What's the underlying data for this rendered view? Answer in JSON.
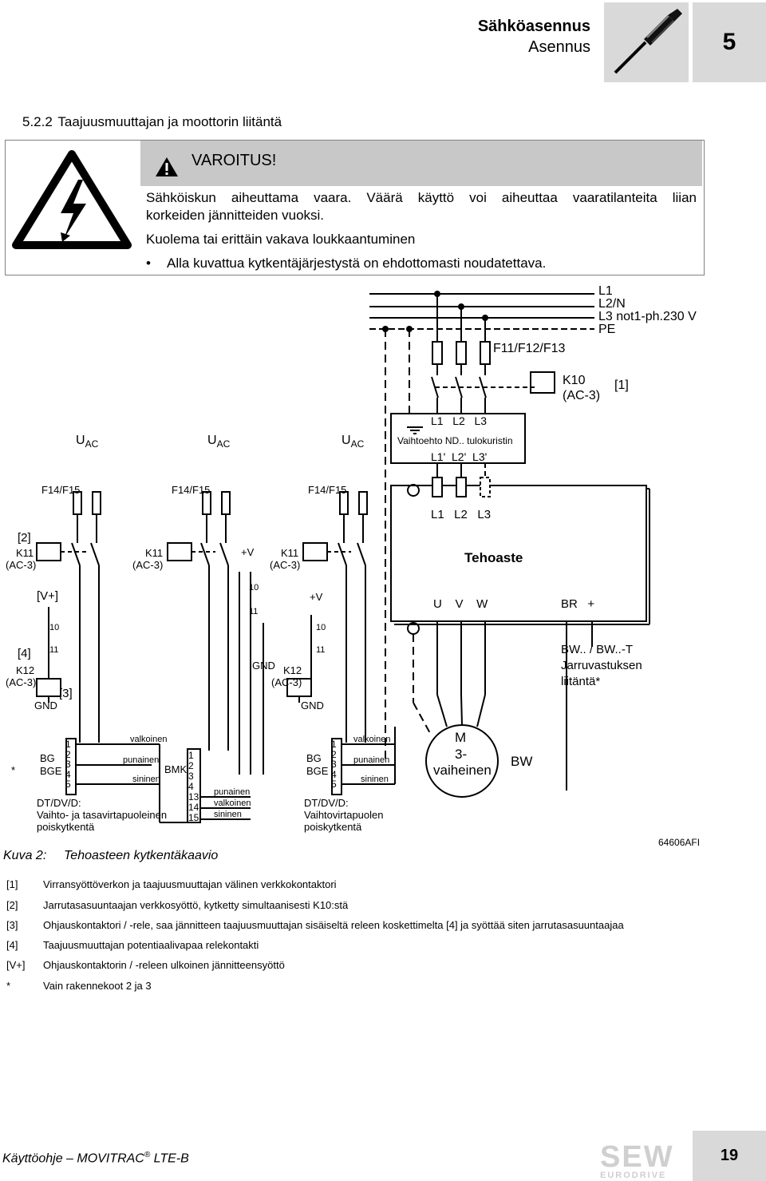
{
  "header": {
    "title": "Sähköasennus",
    "subtitle": "Asennus",
    "chapter": "5",
    "icon": "screwdriver-icon"
  },
  "section": {
    "number": "5.2.2",
    "title": "Taajuusmuuttajan ja moottorin liitäntä"
  },
  "warning": {
    "title": "VAROITUS!",
    "line1": "Sähköiskun aiheuttama vaara. Väärä käyttö voi aiheuttaa vaaratilanteita liian",
    "line2": "korkeiden jännitteiden vuoksi.",
    "line3": "Kuolema tai erittäin vakava loukkaantuminen",
    "bullet": "Alla kuvattua kytkentäjärjestystä on ehdottomasti noudatettava."
  },
  "diagram": {
    "mains": [
      "L1",
      "L2/N",
      "L3 not1-ph.230 V",
      "PE"
    ],
    "fuse_main": "F11/F12/F13",
    "k10": [
      "K10",
      "(AC-3)"
    ],
    "ref1": "[1]",
    "uac": "U",
    "uac_sub": "AC",
    "input_top": "L1   L2   L3",
    "option": "Vaihtoehto ND.. tulokuristin",
    "input_primed": "L1'  L2'  L3'",
    "fuse_ctrl": "F14/F15",
    "drive_inputs": "L1   L2   L3",
    "drive_name": "Tehoaste",
    "drive_outputs": "U    V    W",
    "brake_res": "BR   +",
    "ref2": "[2]",
    "k11": [
      "K11",
      "(AC-3)"
    ],
    "vplus": "+V",
    "vplus_ref": "[V+]",
    "ref4": "[4]",
    "ref3": "[3]",
    "k12": [
      "K12",
      "(AC-3)"
    ],
    "gnd": "GND",
    "pin10": "10",
    "pin11": "11",
    "bw_text": [
      "BW.. / BW..-T",
      "Jarruvastuksen",
      "liitäntä*"
    ],
    "motor": [
      "M",
      "3-",
      "vaiheinen"
    ],
    "bw": "BW",
    "star": "*",
    "bg": "BG",
    "bge": "BGE",
    "bmk": "BMK",
    "terminals": [
      "1",
      "2",
      "3",
      "4",
      "5"
    ],
    "bmk_terminals": [
      "1",
      "2",
      "3",
      "4",
      "13",
      "14",
      "15"
    ],
    "wire_white": "valkoinen",
    "wire_red": "punainen",
    "wire_blue": "sininen",
    "sw1": [
      "DT/DV/D:",
      "Vaihto- ja tasavirtapuoleinen",
      "poiskytkentä"
    ],
    "sw2": [
      "DT/DV/D:",
      "Vaihtovirtapuolen",
      "poiskytkentä"
    ]
  },
  "caption": {
    "label": "Kuva 2:",
    "text": "Tehoasteen kytkentäkaavio",
    "code": "64606AFI"
  },
  "legend": [
    {
      "key": "[1]",
      "text": "Virransyöttöverkon ja taajuusmuuttajan välinen verkkokontaktori"
    },
    {
      "key": "[2]",
      "text": "Jarrutasasuuntaajan verkkosyöttö, kytketty simultaanisesti K10:stä"
    },
    {
      "key": "[3]",
      "text": "Ohjauskontaktori / -rele, saa jännitteen taajuusmuuttajan sisäiseltä releen koskettimelta [4] ja syöttää siten jarrutasasuuntaajaa"
    },
    {
      "key": "[4]",
      "text": "Taajuusmuuttajan potentiaalivapaa relekontakti"
    },
    {
      "key": "[V+]",
      "text": "Ohjauskontaktorin / -releen ulkoinen jännitteensyöttö"
    },
    {
      "key": "*",
      "text": "Vain rakennekoot 2 ja 3"
    }
  ],
  "footer": {
    "manual": "Käyttöohje – MOVITRAC",
    "reg": "®",
    "model": " LTE-B",
    "page": "19",
    "logo_main": "SEW",
    "logo_sub": "EURODRIVE"
  }
}
